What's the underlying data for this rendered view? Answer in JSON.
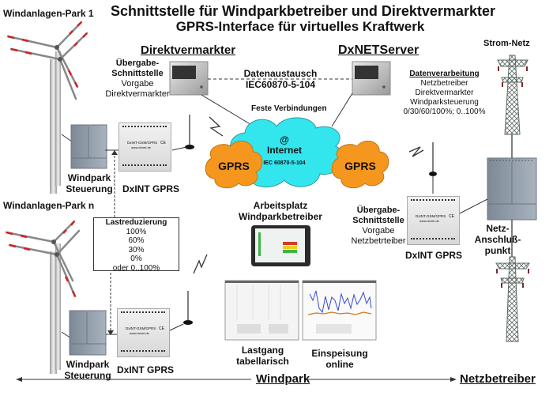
{
  "title": {
    "line1": "Schnittstelle für Windparkbetreiber und Direktvermarkter",
    "line2": "GPRS-Interface für virtuelles Kraftwerk"
  },
  "windpark1": {
    "label": "Windanlagen-Park 1",
    "control_line1": "Windpark",
    "control_line2": "Steuerung",
    "device": "DxINT GPRS"
  },
  "windparkn": {
    "label": "Windanlagen-Park n",
    "control_line1": "Windpark",
    "control_line2": "Steuerung",
    "device": "DxINT GPRS"
  },
  "direktvermarkter": {
    "heading": "Direktvermarkter",
    "line1": "Übergabe-",
    "line2": "Schnittstelle",
    "line3": "Vorgabe",
    "line4": "Direktvermarkter"
  },
  "datenaustausch": {
    "line1": "Datenaustausch",
    "line2": "IEC60870-5-104"
  },
  "dxnetserver": {
    "heading": "DxNETServer",
    "title": "Datenverarbeitung",
    "line1": "Netzbetreiber",
    "line2": "Direktvermarkter",
    "line3": "Windparksteuerung",
    "line4": "0/30/60/100%; 0..100%"
  },
  "strom_netz": {
    "label": "Strom-Netz"
  },
  "cloud": {
    "feste": "Feste Verbindungen",
    "at": "@",
    "internet": "Internet",
    "protocol": "IEC 60870-5-104",
    "gprs_left": "GPRS",
    "gprs_right": "GPRS"
  },
  "lastreduzierung": {
    "title": "Lastreduzierung",
    "values": [
      "100%",
      "60%",
      "30%",
      "0%",
      "oder 0..100%"
    ]
  },
  "arbeitsplatz": {
    "line1": "Arbeitsplatz",
    "line2": "Windparkbetreiber"
  },
  "netzbetreiber_if": {
    "line1": "Übergabe-",
    "line2": "Schnittstelle",
    "line3": "Vorgabe",
    "line4": "Netzbetrteiber",
    "device": "DxINT GPRS"
  },
  "anschluss": {
    "line1": "Netz-",
    "line2": "Anschluß-",
    "line3": "punkt"
  },
  "lastgang": {
    "line1": "Lastgang",
    "line2": "tabellarisch"
  },
  "einspeisung": {
    "line1": "Einspeisung",
    "line2": "online"
  },
  "device_text": {
    "brand": "DxINT-GSM/GPRS",
    "url": "www.dxnet.de",
    "ce": "CE"
  },
  "bottom": {
    "left": "Windpark",
    "right": "Netzbetreiber"
  },
  "colors": {
    "cloud": "#33e6ee",
    "gprs": "#f5961e",
    "cabinet": "#8e9aa6",
    "pylon": "#6f7b76",
    "blade_red": "#d42020"
  }
}
